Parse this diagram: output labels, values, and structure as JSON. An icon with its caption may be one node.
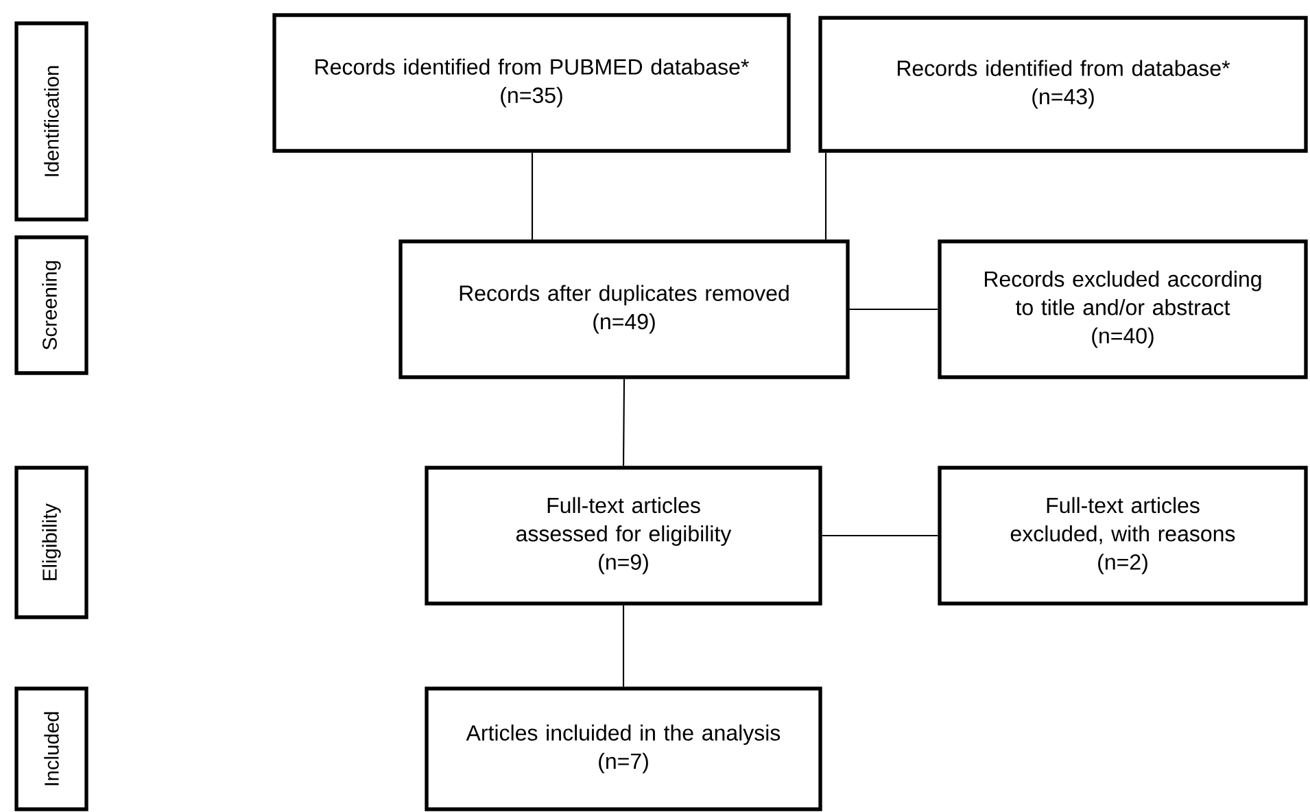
{
  "diagram": {
    "nodes": [
      {
        "text": [
          "Identification"
        ]
      },
      {
        "text": [
          "Records identified from PUBMED database*",
          "(n=35)"
        ]
      },
      {
        "text": [
          "Records identified from database*",
          "(n=43)"
        ]
      },
      {
        "text": [
          "Screening"
        ]
      },
      {
        "text": [
          "Records after duplicates removed",
          "(n=49)"
        ]
      },
      {
        "text": [
          "Records excluded according to title and/or abstract",
          "(n=40)"
        ]
      },
      {
        "text": [
          "Eligibility"
        ]
      },
      {
        "text": [
          "Full-text articles assessed for eligibility",
          "(n=9)"
        ]
      },
      {
        "text": [
          "Full-text articles excluded, with reasons",
          "(n=2)"
        ]
      },
      {
        "text": [
          "Included"
        ]
      },
      {
        "text": [
          "Articles incluided in the analysis",
          "(n=7)"
        ]
      }
    ],
    "edges": [
      {
        "from": 1,
        "to": 4,
        "arrow": "none"
      },
      {
        "from": 2,
        "to": 4,
        "arrow": "none"
      },
      {
        "from": 4,
        "to": 5,
        "arrow": "none"
      },
      {
        "from": 4,
        "to": 7,
        "arrow": "none"
      },
      {
        "from": 7,
        "to": 8,
        "arrow": "none"
      },
      {
        "from": 7,
        "to": 10,
        "arrow": "none"
      }
    ]
  }
}
